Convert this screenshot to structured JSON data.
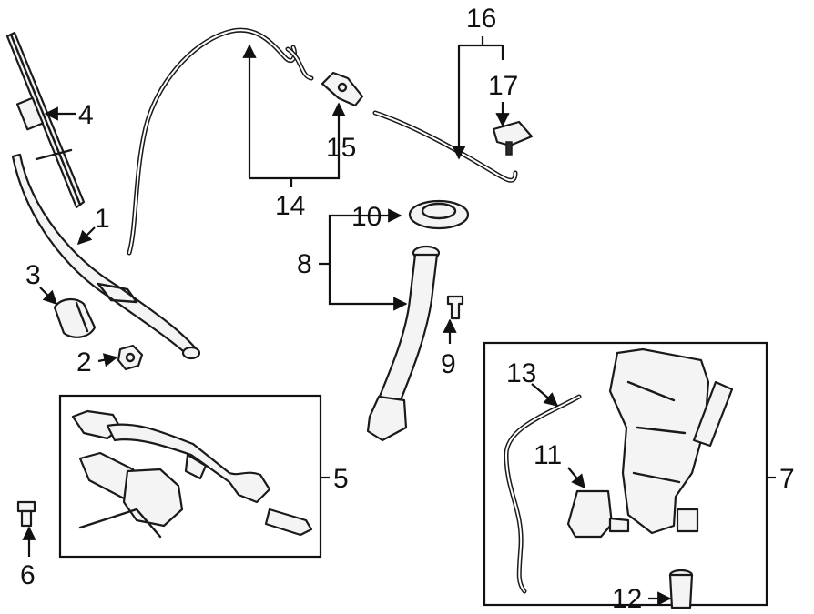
{
  "callouts": {
    "c1": "1",
    "c2": "2",
    "c3": "3",
    "c4": "4",
    "c5": "5",
    "c6": "6",
    "c7": "7",
    "c8": "8",
    "c9": "9",
    "c10": "10",
    "c11": "11",
    "c12": "12",
    "c13": "13",
    "c14": "14",
    "c15": "15",
    "c16": "16",
    "c17": "17"
  },
  "colors": {
    "line": "#1a1a1a",
    "part_fill": "#f4f4f4",
    "background": "#ffffff"
  }
}
